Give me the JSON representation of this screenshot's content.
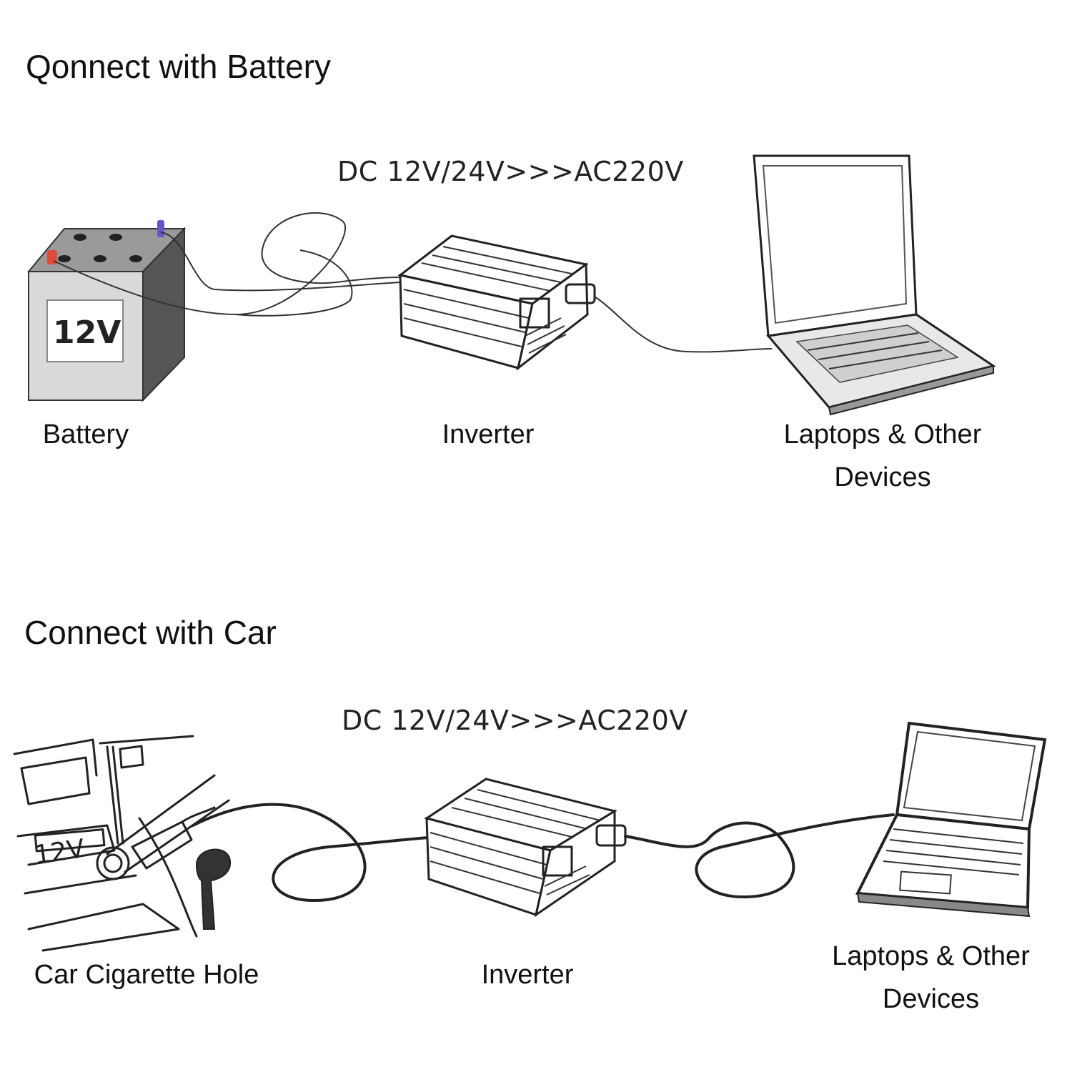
{
  "sections": [
    {
      "title": "Qonnect with Battery",
      "flow_label": "DC 12V/24V>>>AC220V",
      "battery_label": "12V",
      "captions": {
        "source": "Battery",
        "inverter": "Inverter",
        "device_line1": "Laptops & Other",
        "device_line2": "Devices"
      }
    },
    {
      "title": "Connect with Car",
      "flow_label": "DC 12V/24V>>>AC220V",
      "socket_label": "12V",
      "captions": {
        "source": "Car Cigarette Hole",
        "inverter": "Inverter",
        "device_line1": "Laptops & Other",
        "device_line2": "Devices"
      }
    }
  ],
  "colors": {
    "battery_body": "#d9d9d9",
    "battery_side": "#555555",
    "positive_terminal": "#e04a3a",
    "negative_terminal": "#6a55c8"
  }
}
